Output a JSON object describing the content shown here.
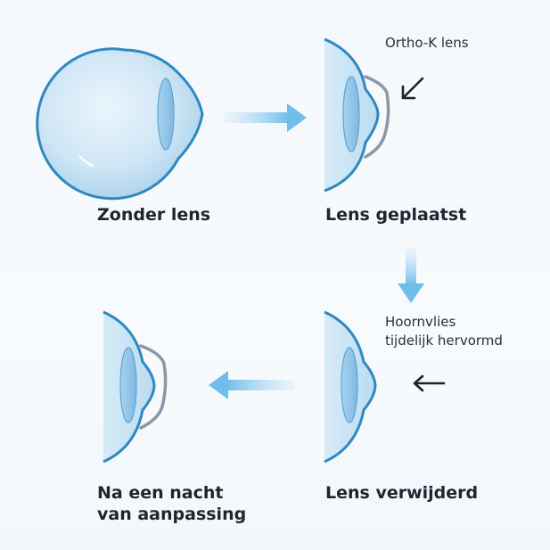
{
  "panels": [
    {
      "caption_lines": [
        "Zonder lens"
      ]
    },
    {
      "caption_lines": [
        "Lens geplaatst"
      ]
    },
    {
      "caption_lines": [
        "Lens verwijderd"
      ]
    },
    {
      "caption_lines": [
        "Na een nacht",
        "van aanpassing"
      ]
    }
  ],
  "annotations": {
    "lens_label": "Ortho-K lens",
    "cornea_label_lines": [
      "Hoornvlies",
      "tijdelijk hervormd"
    ]
  },
  "icons": {
    "flow_arrow": "light-blue-arrow",
    "pointer_arrow": "dark-arrow"
  },
  "colors": {
    "eye_outline": "#2f88c2",
    "eye_fill": "#cfe6f5",
    "lens_fill": "#8fc4e6",
    "contact_lens": "#8a97a6",
    "flow_arrow": "#7fc4ec",
    "pointer_arrow": "#1c2230",
    "caption_text": "#1f2430"
  }
}
